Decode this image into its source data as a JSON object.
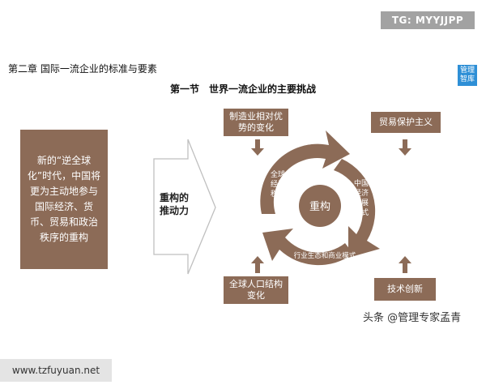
{
  "watermark_tag": "TG: MYYJJPP",
  "chapter_title": "第二章 国际一流企业的标准与要素",
  "section_title": "第一节　世界一流企业的主要挑战",
  "logo": {
    "line1": "管理",
    "line2": "智库"
  },
  "left_box": {
    "text": "新的“逆全球化”时代，中国将更为主动地参与国际经济、货币、贸易和政治秩序的重构"
  },
  "arrow_label": {
    "line1": "重构的",
    "line2": "推动力"
  },
  "factors": {
    "top_left": {
      "line1": "制造业相对优",
      "line2": "势的变化"
    },
    "top_right": {
      "line1": "贸易保护主义"
    },
    "bottom_left": {
      "line1": "全球人口结构",
      "line2": "变化"
    },
    "bottom_right": {
      "line1": "技术创新"
    }
  },
  "cycle": {
    "center": "重构",
    "left": [
      "全球",
      "经济",
      "秩序"
    ],
    "right": [
      "中国",
      "经济",
      "发展",
      "模式"
    ],
    "bottom": "行业生态和商业模式"
  },
  "watermark_url": "www.tzfuyuan.net",
  "watermark_author": "头条 @管理专家孟青",
  "colors": {
    "brown": "#8c6b57",
    "brown_light": "#a88873",
    "logo_blue": "#2e8fd6",
    "arrow_outline": "#bfbfbf"
  }
}
